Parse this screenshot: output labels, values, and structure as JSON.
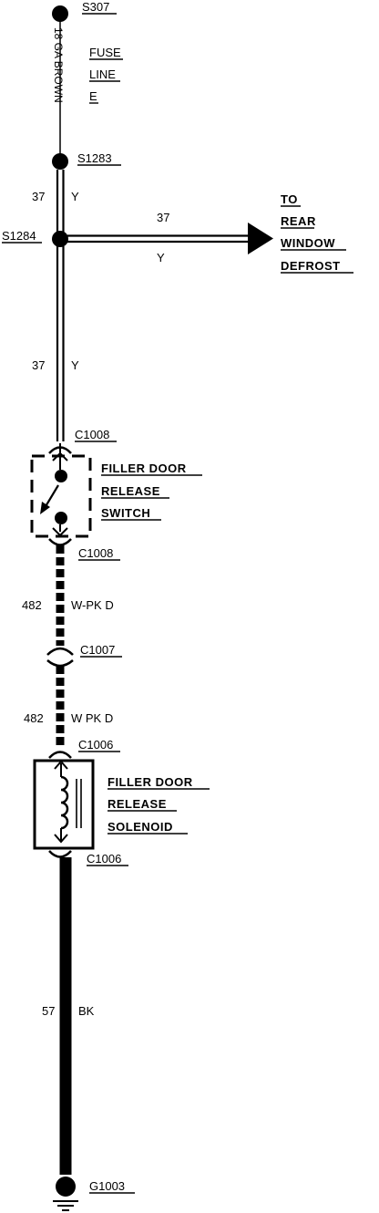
{
  "splices": {
    "s307": "S307",
    "s1283": "S1283",
    "s1284": "S1284"
  },
  "fuse": {
    "wire_label": "18 GA BROWN",
    "line1": "FUSE",
    "line2": "LINE",
    "line3": "E"
  },
  "wire_37_top": {
    "circuit": "37",
    "color": "Y"
  },
  "wire_37_branch": {
    "circuit": "37",
    "color": "Y"
  },
  "wire_37_mid": {
    "circuit": "37",
    "color": "Y"
  },
  "destination": {
    "line1": "TO",
    "line2": "REAR",
    "line3": "WINDOW",
    "line4": "DEFROST"
  },
  "connectors": {
    "c1008_top": "C1008",
    "c1008_bottom": "C1008",
    "c1007": "C1007",
    "c1006_top": "C1006",
    "c1006_bottom": "C1006"
  },
  "switch": {
    "line1": "FILLER DOOR",
    "line2": "RELEASE",
    "line3": "SWITCH"
  },
  "wire_482_a": {
    "circuit": "482",
    "color": "W-PK D"
  },
  "wire_482_b": {
    "circuit": "482",
    "color": "W PK D"
  },
  "solenoid": {
    "line1": "FILLER DOOR",
    "line2": "RELEASE",
    "line3": "SOLENOID"
  },
  "wire_57": {
    "circuit": "57",
    "color": "BK"
  },
  "ground": {
    "id": "G1003"
  },
  "colors": {
    "ink": "#000000",
    "paper": "#ffffff"
  }
}
